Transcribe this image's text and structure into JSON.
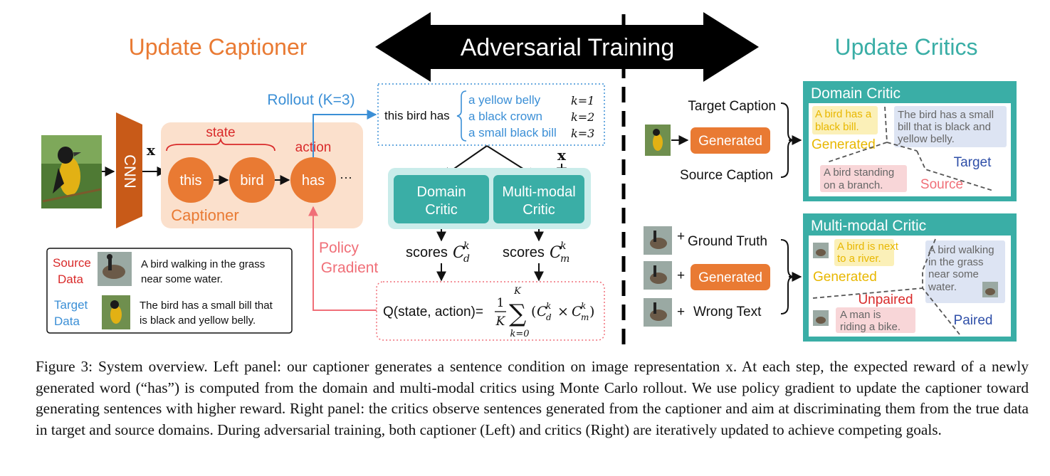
{
  "left_panel": {
    "title": "Update Captioner",
    "cnn_label": "CNN",
    "x_label": "x",
    "state_label": "state",
    "action_label": "action",
    "words": [
      "this",
      "bird",
      "has"
    ],
    "ellipsis": "···",
    "captioner_label": "Captioner",
    "rollout_label": "Rollout (K=3)",
    "rollout": {
      "prefix": "this bird has",
      "completions": [
        "a yellow belly",
        "a black crown",
        "a small black bill"
      ],
      "k_labels": [
        "k=1",
        "k=2",
        "k=3"
      ]
    },
    "critics": {
      "domain": [
        "Domain",
        "Critic"
      ],
      "multimodal": [
        "Multi-modal",
        "Critic"
      ],
      "x_label": "x"
    },
    "scores_d": "scores",
    "scores_m": "scores",
    "policy_gradient": [
      "Policy",
      "Gradient"
    ],
    "q_formula": {
      "lhs": "Q(state, action)=",
      "frac_num": "1",
      "frac_den": "K",
      "sum_top": "K",
      "sum_bottom": "k=0"
    },
    "data_box": {
      "source_label": [
        "Source",
        "Data"
      ],
      "source_text": [
        "A bird walking in the grass",
        "near some water."
      ],
      "target_label": [
        "Target",
        "Data"
      ],
      "target_text": [
        "The bird has a small bill that",
        "is black and yellow belly."
      ]
    }
  },
  "center": {
    "title": "Adversarial Training"
  },
  "right_panel": {
    "title": "Update Critics",
    "domain_inputs": {
      "target": "Target Caption",
      "generated": "Generated",
      "source": "Source Caption"
    },
    "domain_critic": {
      "title": "Domain Critic",
      "generated_text": [
        "A bird has a",
        "black bill."
      ],
      "generated_label": "Generated",
      "target_text": [
        "The bird has a small",
        "bill that is black and",
        "yellow belly."
      ],
      "target_label": "Target",
      "source_text": [
        "A bird standing",
        "on a branch."
      ],
      "source_label": "Source"
    },
    "mm_inputs": {
      "plus": "+",
      "ground_truth": "Ground Truth",
      "generated": "Generated",
      "wrong_text": "Wrong Text"
    },
    "mm_critic": {
      "title": "Multi-modal Critic",
      "generated_text": [
        "A bird is next",
        "to a river."
      ],
      "generated_label": "Generated",
      "paired_text": [
        "A bird walking",
        "in the grass",
        "near some",
        "water."
      ],
      "paired_label": "Paired",
      "unpaired_text": [
        "A man is",
        "riding a bike."
      ],
      "unpaired_label": "Unpaired"
    }
  },
  "caption": {
    "figure_label": "Figure 3:",
    "text": "System overview. Left panel: our captioner generates a sentence condition on image representation x. At each step, the expected reward of a newly generated word (“has”) is computed from the domain and multi-modal critics using Monte Carlo rollout. We use policy gradient to update the captioner toward generating sentences with higher reward. Right panel: the critics observe sentences generated from the captioner and aim at discriminating them from the true data in target and source domains. During adversarial training, both captioner (Left) and critics (Right) are iteratively updated to achieve competing goals."
  },
  "colors": {
    "orange": "#e97a33",
    "orange_dark": "#c85a18",
    "peach": "#fbe0cc",
    "teal": "#3aaea6",
    "teal_light": "#c9ecea",
    "blue": "#3b8fd6",
    "pink": "#f06f78",
    "red": "#d92a2a",
    "navy": "#2f4fa8",
    "gold": "#e8b700",
    "yellow_bubble": "#fbf0b8",
    "blue_bubble": "#dde4f3",
    "pink_bubble": "#f8d6d8"
  }
}
